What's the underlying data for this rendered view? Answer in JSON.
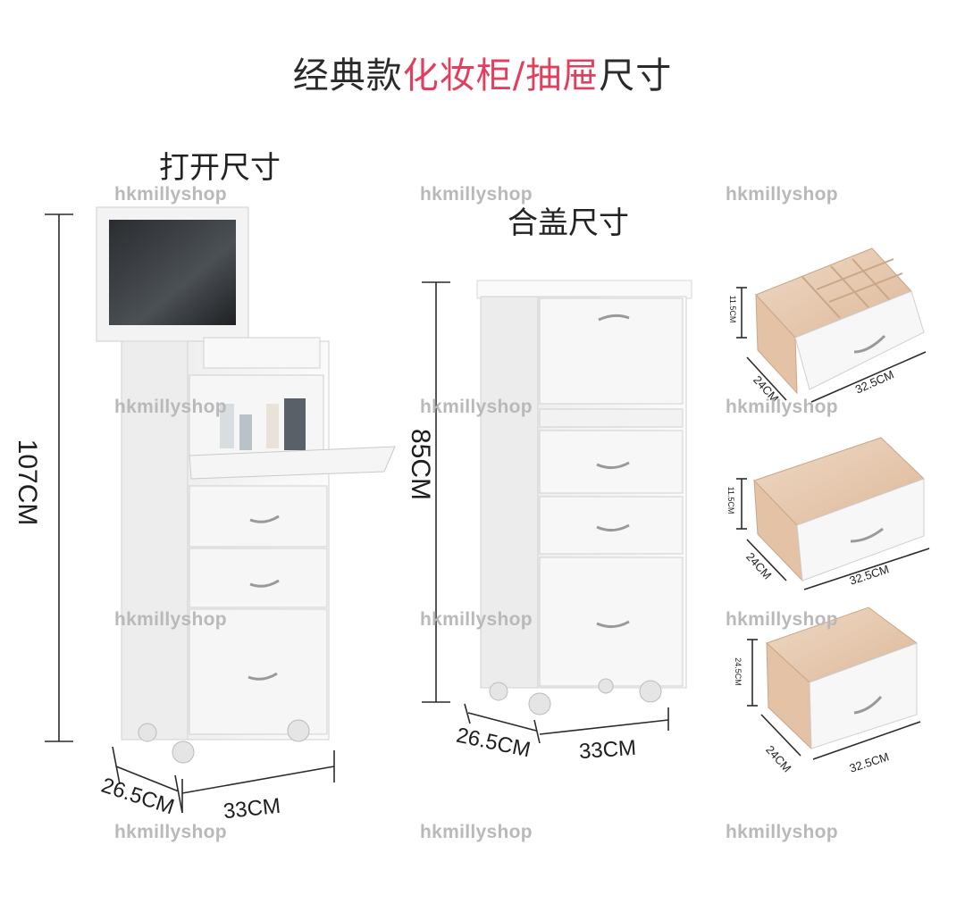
{
  "title": {
    "part1": "经典款",
    "part2": "化妆柜/抽屉",
    "part3": "尺寸"
  },
  "labels": {
    "open": "打开尺寸",
    "closed": "合盖尺寸"
  },
  "watermark": "hkmillyshop",
  "open_dims": {
    "height": "107CM",
    "depth": "26.5CM",
    "width": "33CM"
  },
  "closed_dims": {
    "height": "85CM",
    "depth": "26.5CM",
    "width": "33CM"
  },
  "drawers": [
    {
      "height": "11.5CM",
      "depth": "24CM",
      "width": "32.5CM"
    },
    {
      "height": "11.5CM",
      "depth": "24CM",
      "width": "32.5CM"
    },
    {
      "height": "24.5CM",
      "depth": "24CM",
      "width": "32.5CM"
    }
  ],
  "colors": {
    "accent": "#e0405e",
    "cabinet": "#f4f4f4",
    "wood": "#e9cdb3",
    "watermark": "#b9b9b9"
  }
}
